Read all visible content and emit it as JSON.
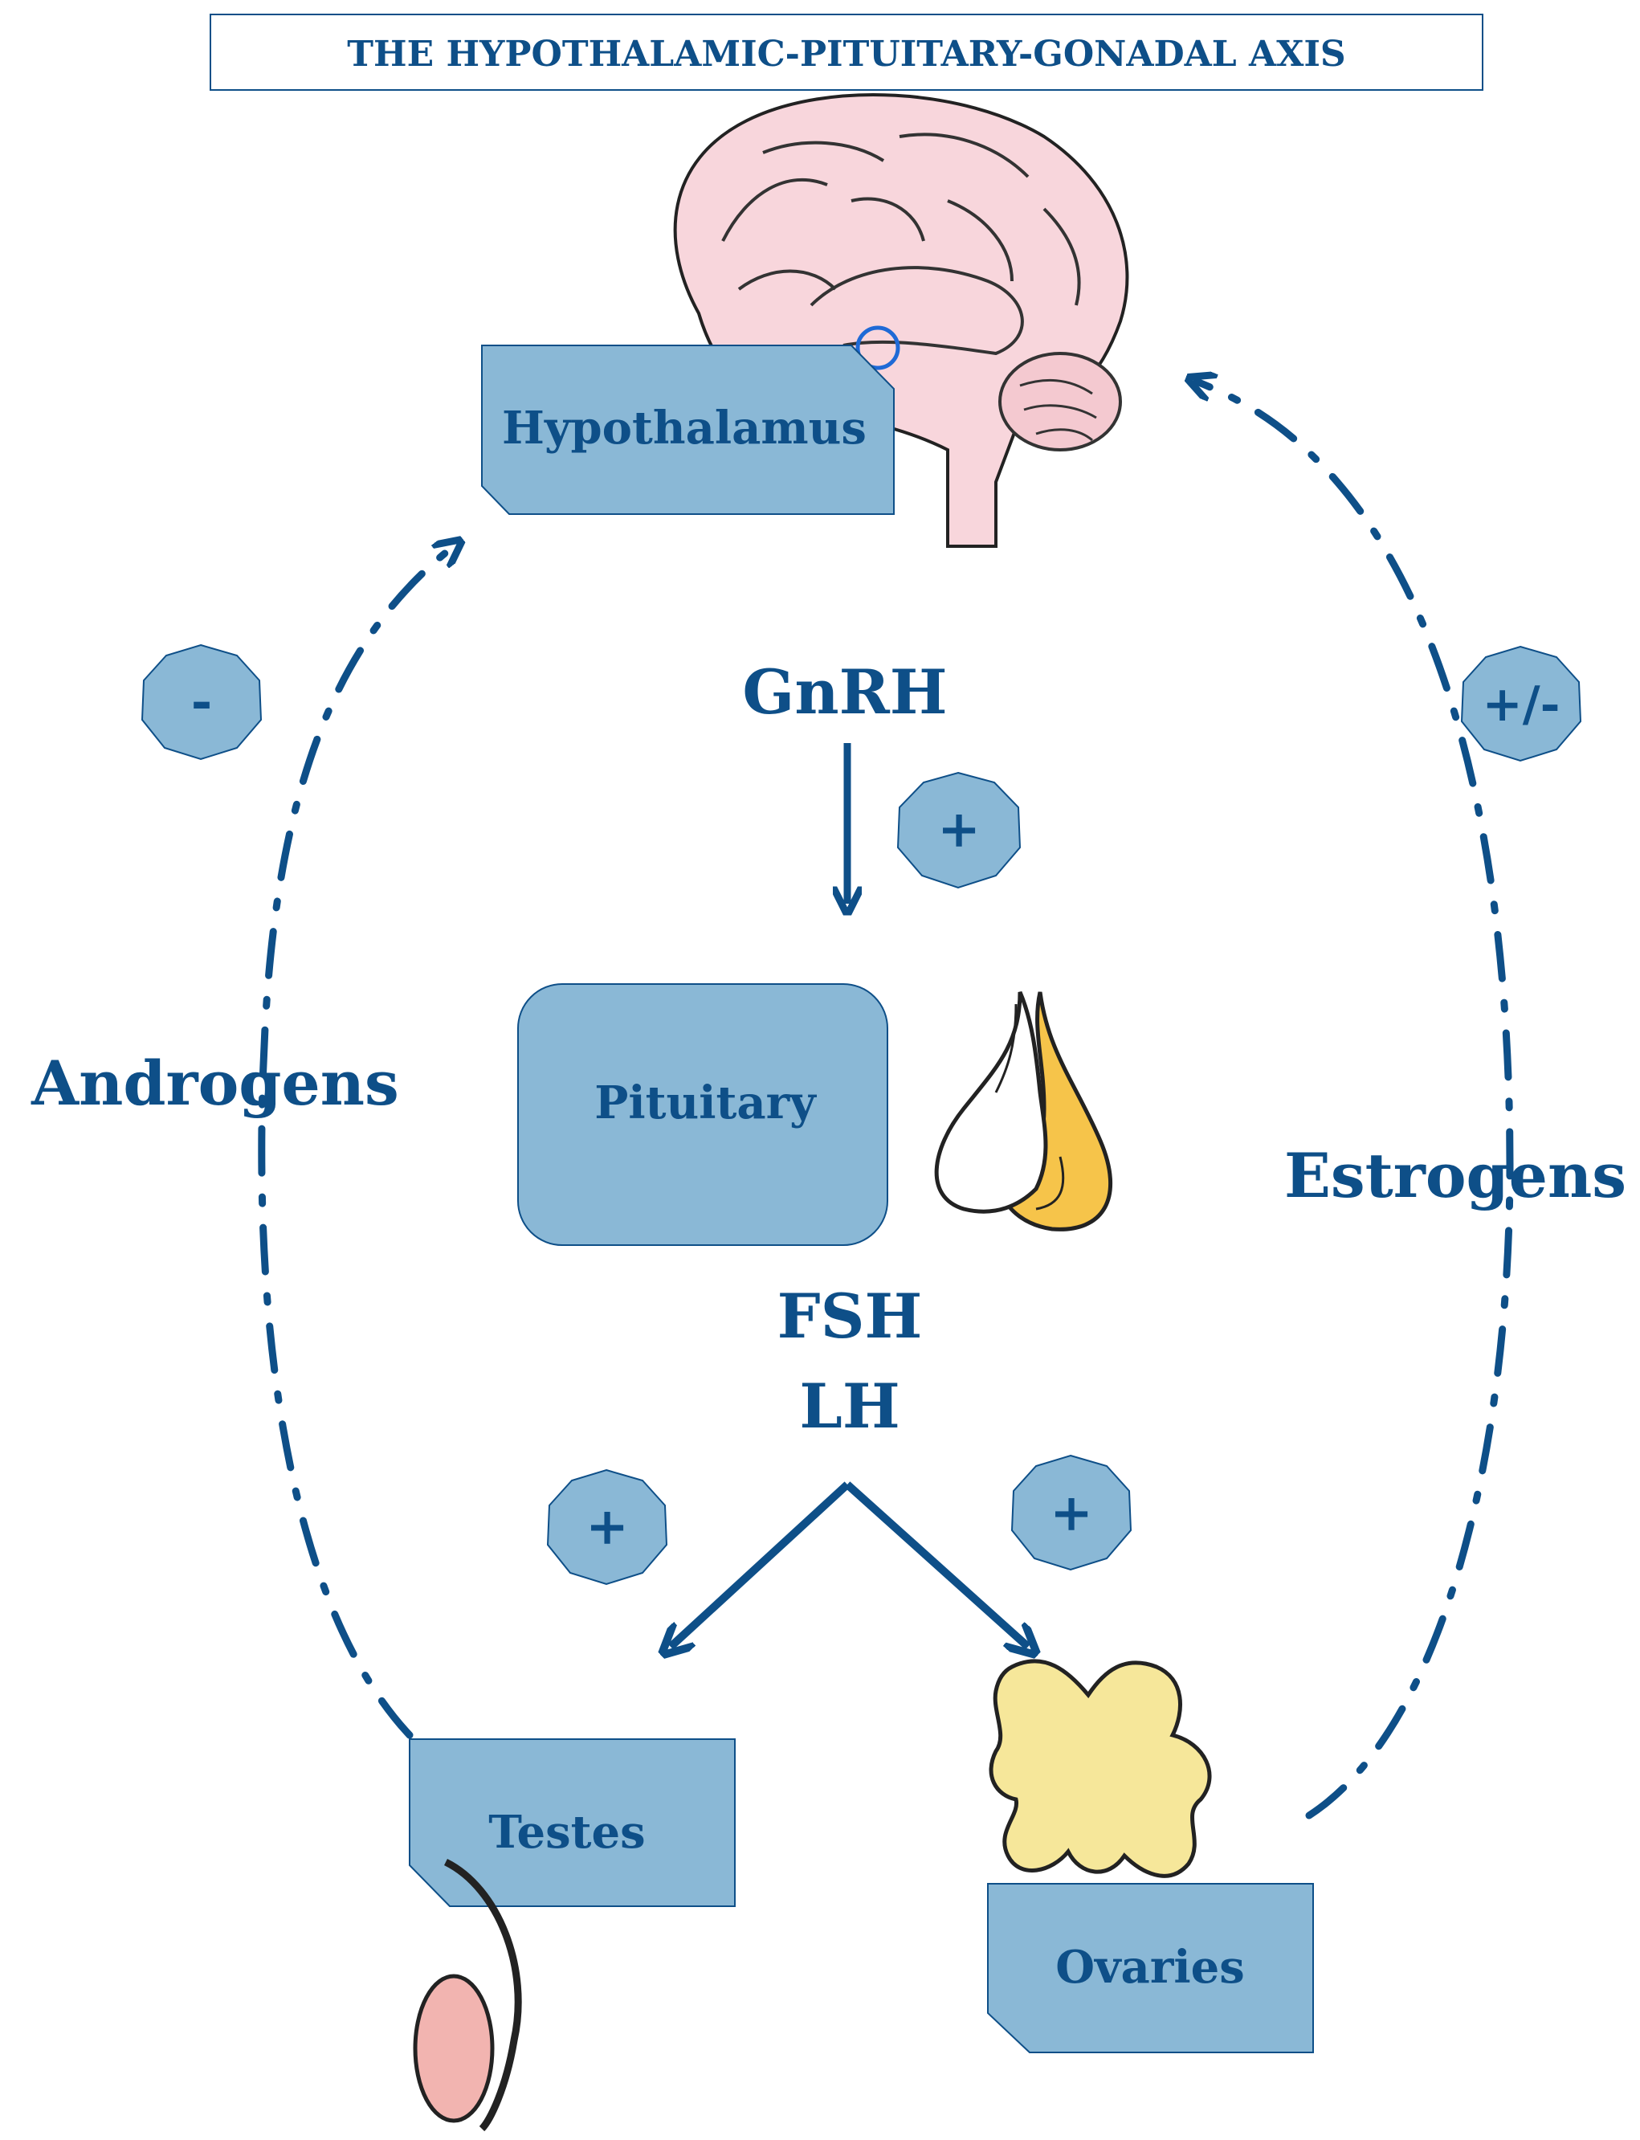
{
  "title": "THE HYPOTHALAMIC-PITUITARY-GONADAL AXIS",
  "nodes": {
    "hypothalamus": "Hypothalamus",
    "pituitary": "Pituitary",
    "testes": "Testes",
    "ovaries": "Ovaries"
  },
  "hormones": {
    "gnrh": "GnRH",
    "fsh": "FSH",
    "lh": "LH",
    "androgens": "Androgens",
    "estrogens": "Estrogens"
  },
  "signs": {
    "gnrh_effect": "+",
    "testes_effect": "+",
    "ovaries_effect": "+",
    "androgen_feedback": "-",
    "estrogen_feedback": "+/-"
  },
  "colors": {
    "accent": "#0e4f88",
    "box_fill": "#8ab8d6",
    "box_stroke": "#0e4f88",
    "brain_fill": "#f8d6dc",
    "pituitary_yellow": "#f6c44a",
    "ovary_yellow": "#f6e79a",
    "testis_pink": "#f2b4b0"
  }
}
